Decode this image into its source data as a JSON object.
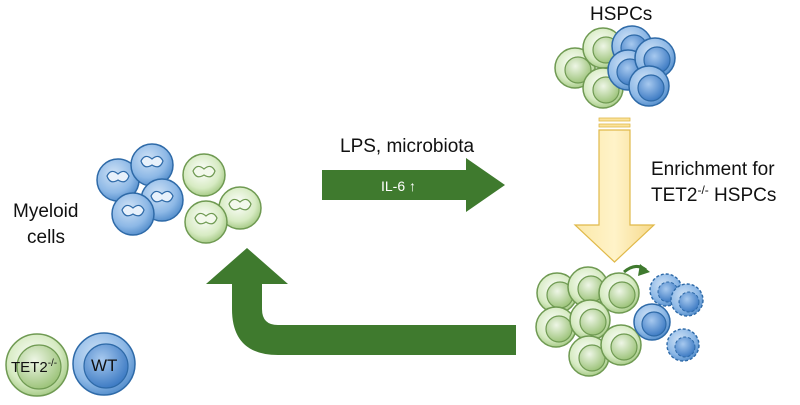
{
  "labels": {
    "hspcs": "HSPCs",
    "stimulus": "LPS, microbiota",
    "cytokine": "IL-6 ↑",
    "enrichment_line1": "Enrichment for",
    "enrichment_line2_prefix": "TET2",
    "enrichment_line2_sup": "-/-",
    "enrichment_line2_suffix": " HSPCs",
    "myeloid_line1": "Myeloid",
    "myeloid_line2": "cells",
    "legend_tet2_prefix": "TET2",
    "legend_tet2_sup": "-/-",
    "legend_wt": "WT"
  },
  "colors": {
    "tet2_fill": "#d9ecc7",
    "tet2_stroke": "#7fa55e",
    "wt_fill": "#5b9bd5",
    "wt_stroke": "#2e6aa8",
    "arrow_green": "#3f7a2e",
    "arrow_yellow": "#fbe29a",
    "arrow_yellow_stroke": "#e0b94a"
  }
}
